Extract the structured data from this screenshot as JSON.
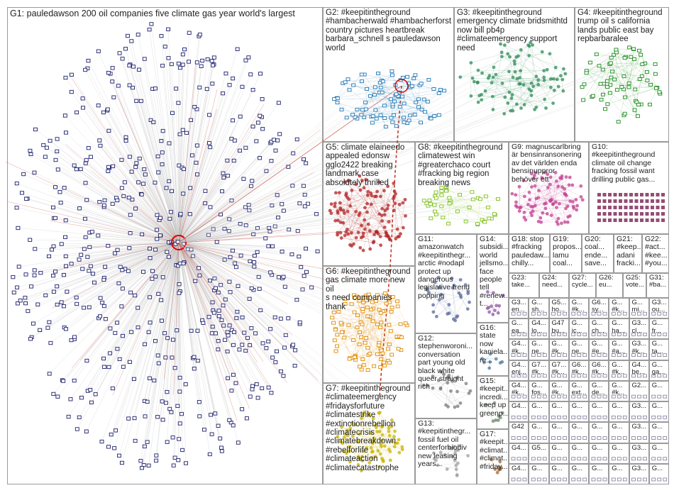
{
  "groups": [
    {
      "id": "G1",
      "label": "G1: pauledawson 200 oil companies five climate gas year world's largest",
      "color": "#1c1f6b"
    },
    {
      "id": "G2",
      "label": "G2: #keepitintheground\n#hambacherwald #hambacherforst\ncountry pictures heartbreak\nbarbara_schnell s pauledawson\nworld",
      "color": "#1f77b4"
    },
    {
      "id": "G3",
      "label": "G3: #keepitintheground\nemergency climate bridsmithtd\nnow bill pb4p\n#climateemergency support\nneed",
      "color": "#2e8b57"
    },
    {
      "id": "G4",
      "label": "G4: #keepitintheground\ntrump oil s california\nlands public east bay\nrepbarbaralee",
      "color": "#1b8a1b"
    },
    {
      "id": "G5",
      "label": "G5: climate elaineedo\nappealed edonsw\ngglo2422 breaking\nlandmark case\nabsolutely thrilled",
      "color": "#b22222"
    },
    {
      "id": "G6",
      "label": "G6: #keepitintheground\ngas climate more new oil\ns need companies thank",
      "color": "#e08a00"
    },
    {
      "id": "G7",
      "label": "G7: #keepitintheground\n#climateemergency\n#fridaysforfuture\n#climatestrike\n#extinctionrebellion\n#climatecrisis\n#climatebreakdown\n#rebelforlife\n#climateaction\n#climatecatastrophe",
      "color": "#c8b400"
    },
    {
      "id": "G8",
      "label": "G8: #keepitintheground\nclimatewest win\n#greaterchaco court\n#fracking big region\nbreaking news",
      "color": "#7fbf1f"
    },
    {
      "id": "G9",
      "label": "G9: magnuscarlbring\när bensinransonering\nav det världen enda\nbensinuppror\nbehöver ett",
      "color": "#c04090"
    },
    {
      "id": "G10",
      "label": "G10:\n#keepitintheground\nclimate oil change\nfracking fossil want\ndrilling public gas...",
      "color": "#7a2050"
    },
    {
      "id": "G11",
      "label": "G11:\namazonwatch\n#keepitinthegr...\narctic #nodapl\nprotect up\ndangerous\nlegislative trend\npopping",
      "color": "#5a6a9a"
    },
    {
      "id": "G12",
      "label": "G12:\nstephenworoni...\nconversation\npart young old\nblack white\nqueer straight\nrich",
      "color": "#7a7a7a"
    },
    {
      "id": "G13",
      "label": "G13:\n#keepitinthegr...\nfossil fuel oil\ncenterforbiodiv\nnew leasing\nyears...",
      "color": "#a0a0a0"
    },
    {
      "id": "G14",
      "label": "G14:\nsubsidi...\nworld\njellsmo...\nface\npeople\ntell\n#renew...\nt...",
      "color": "#8a5aa0"
    },
    {
      "id": "G15",
      "label": "G15:\n#keepit...\nincredi...\nkeep up\ngreenp...",
      "color": "#6a8a6a"
    },
    {
      "id": "G16",
      "label": "G16:\nstate\nnow\nkaniela...\nre...",
      "color": "#4a7aa0"
    },
    {
      "id": "G17",
      "label": "G17:\n#keepit...\n#climat...\n#climat...\n#friday...",
      "color": "#a06a3a"
    },
    {
      "id": "G18",
      "label": "G18: stop\n#fracking\npauledaw...\nchilly...",
      "color": "#3a7a8a"
    },
    {
      "id": "G19",
      "label": "G19:\npropos...\nlamu\ncoal...",
      "color": "#8a8a3a"
    },
    {
      "id": "G20",
      "label": "G20:\ncoal...\nende...\nsave...",
      "color": "#5a5a8a"
    },
    {
      "id": "G21",
      "label": "G21:\n#keep...\nadani\nfracki...",
      "color": "#8a3a3a"
    },
    {
      "id": "G22",
      "label": "G22:\n#act...\n#kee...\n#you...",
      "color": "#3a8a5a"
    },
    {
      "id": "G23",
      "label": "G23:\ntake...",
      "color": "#888"
    },
    {
      "id": "G24",
      "label": "G24:\nneed...",
      "color": "#888"
    },
    {
      "id": "G25",
      "label": "G25:\nvote...",
      "color": "#888"
    },
    {
      "id": "G26",
      "label": "G26:\neu...",
      "color": "#888"
    },
    {
      "id": "G27",
      "label": "G27:\ncycle...",
      "color": "#888"
    },
    {
      "id": "G31",
      "label": "G31:\n#ba...",
      "color": "#888"
    }
  ],
  "tiny_labels": [
    "G3...",
    "G...",
    "G5...",
    "G...",
    "G6...",
    "G...",
    "G...",
    "G3...",
    "G...",
    "G4...",
    "G47",
    "G...",
    "G...",
    "G...",
    "G3...",
    "G...",
    "G4...",
    "G...",
    "G...",
    "G...",
    "G...",
    "G...",
    "G3...",
    "G...",
    "G4...",
    "G7...",
    "G7...",
    "G6...",
    "G6...",
    "G...",
    "G4...",
    "G...",
    "G4...",
    "G...",
    "G...",
    "G...",
    "G...",
    "G...",
    "G2...",
    "G...",
    "G4...",
    "G...",
    "G...",
    "G...",
    "G...",
    "G...",
    "G3...",
    "G...",
    "G42",
    "G...",
    "G...",
    "G...",
    "G...",
    "G...",
    "G3...",
    "G...",
    "G4...",
    "G5...",
    "G...",
    "G...",
    "G...",
    "G...",
    "G3...",
    "G...",
    "G4...",
    "G...",
    "G...",
    "G...",
    "G...",
    "G..."
  ],
  "tiny_words": [
    "en...",
    "sh...",
    "ho...",
    "#k...",
    "sy...",
    "#k...",
    "mi...",
    "ou...",
    "ea...",
    "lo...",
    "bu...",
    "ic...",
    "ch...",
    "ha...",
    "cl...",
    "fr...",
    "#k...",
    "ne...",
    "#k...",
    "ne...",
    "#e...",
    "#a...",
    "#k...",
    "ta...",
    "enj...",
    "#k...",
    "#k...",
    "#k...",
    "#k...",
    "#k...",
    "be...",
    "ga...",
    "#k...",
    "fos...",
    "#k...",
    "ext...",
    "de...",
    "#k..."
  ],
  "colors": {
    "edge": "#c8c8c8",
    "edge_red": "#c0392b",
    "hub": "#e00000",
    "border": "#9a9a9a"
  }
}
